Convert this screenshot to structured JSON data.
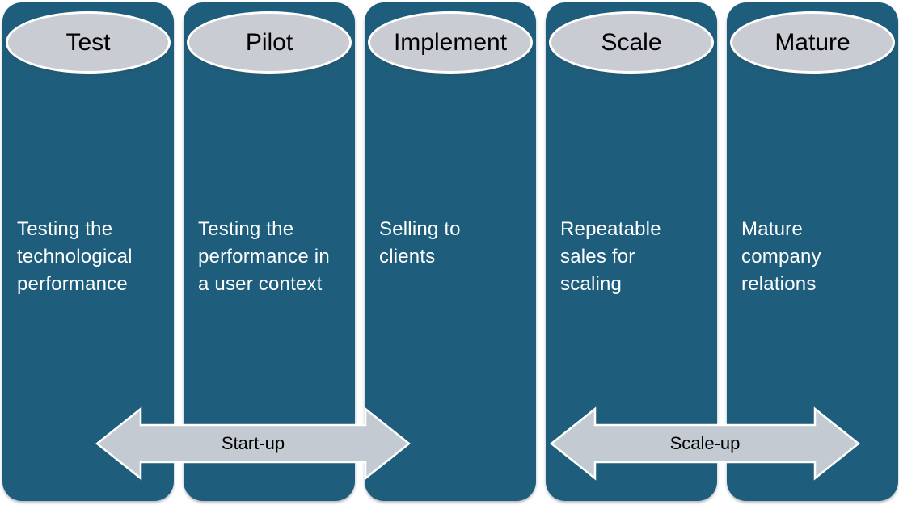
{
  "colors": {
    "background": "#ffffff",
    "column_fill": "#1e5e7c",
    "ellipse_fill": "#c9cdd3",
    "arrow_fill": "#c4cad1",
    "shape_stroke": "#ffffff",
    "column_text": "#ffffff",
    "label_text": "#000000"
  },
  "columns": [
    {
      "label": "Test",
      "description": "Testing the technological performance"
    },
    {
      "label": "Pilot",
      "description": "Testing the performance in a user context"
    },
    {
      "label": "Implement",
      "description": "Selling to clients"
    },
    {
      "label": "Scale",
      "description": "Repeatable sales for scaling"
    },
    {
      "label": "Mature",
      "description": "Mature company relations"
    }
  ],
  "arrows": [
    {
      "label": "Start-up",
      "spans": "Test, Pilot, Implement"
    },
    {
      "label": "Scale-up",
      "spans": "Scale, Mature"
    }
  ]
}
